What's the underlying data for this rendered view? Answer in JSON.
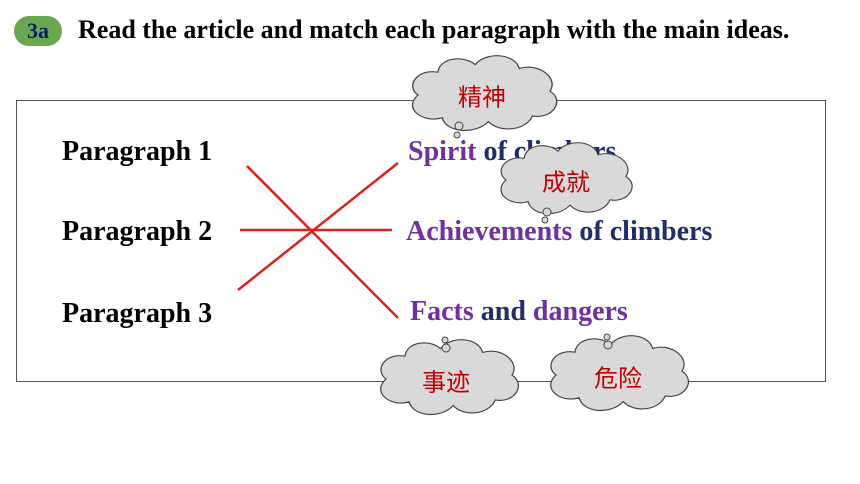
{
  "header": {
    "badge": "3a",
    "instruction": "Read the article and match each paragraph with the main ideas."
  },
  "paragraphs": [
    "Paragraph 1",
    "Paragraph 2",
    "Paragraph 3"
  ],
  "ideas": [
    {
      "highlight": "Spirit",
      "rest": "of climbers"
    },
    {
      "highlight": "Achievements",
      "rest": "of climbers"
    },
    {
      "highlight": "Facts",
      "mid": "and",
      "highlight2": "dangers"
    }
  ],
  "clouds": {
    "spirit": "精神",
    "achievements": "成就",
    "facts": "事迹",
    "dangers": "危险"
  },
  "colors": {
    "badge_bg": "#6aa84f",
    "highlight": "#7030a0",
    "text_navy": "#1f2d6b",
    "match_line": "#e0201a",
    "cloud_fill": "#d9d9d9"
  }
}
